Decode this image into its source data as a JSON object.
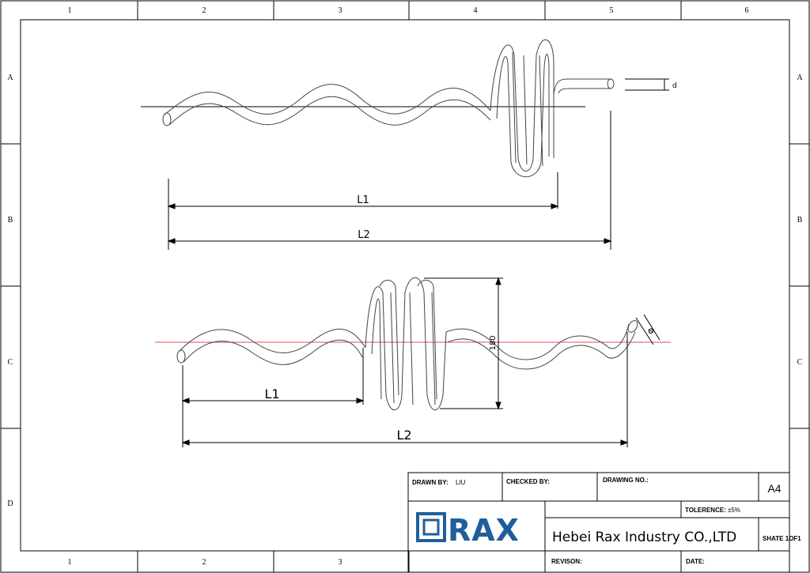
{
  "frame": {
    "col_numbers_top": [
      "1",
      "2",
      "3",
      "4",
      "5",
      "6"
    ],
    "col_numbers_bottom": [
      "1",
      "2",
      "3"
    ],
    "row_letters_left": [
      "A",
      "B",
      "C",
      "D"
    ],
    "row_letters_right": [
      "A",
      "B",
      "C"
    ]
  },
  "top_view": {
    "label_d": "d",
    "label_L1": "L1",
    "label_L2": "L2"
  },
  "bottom_view": {
    "label_180": "180",
    "label_phi": "Φ",
    "label_L1": "L1",
    "label_L2": "L2"
  },
  "title_block": {
    "drawn_by_label": "DRAWN BY:",
    "drawn_by_value": "LIU",
    "checked_by_label": "CHECKED BY:",
    "drawing_no_label": "DRAWING NO.:",
    "sheet_size": "A4",
    "tolerence_label": "TOLERENCE:",
    "tolerence_value": "±5%",
    "logo_text": "RAX",
    "company": "Hebei Rax Industry CO.,LTD",
    "sheet_label": "SHATE 1OF1",
    "revison_label": "REVISON:",
    "date_label": "DATE:"
  },
  "colors": {
    "line": "#000000",
    "centerline_red": "#e05050",
    "logo_blue": "#1f5e9c"
  }
}
